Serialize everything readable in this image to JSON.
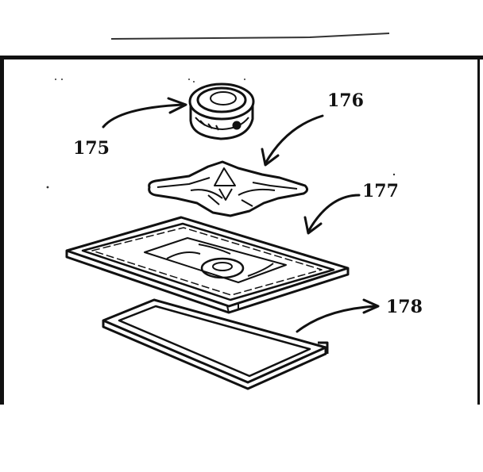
{
  "diagram": {
    "style": "exploded-view line drawing",
    "colors": {
      "ink": "#111111",
      "paper": "#ffffff"
    },
    "callouts": [
      {
        "id": "p175",
        "label": "175"
      },
      {
        "id": "p176",
        "label": "176"
      },
      {
        "id": "p177",
        "label": "177"
      },
      {
        "id": "p178",
        "label": "178"
      }
    ]
  }
}
